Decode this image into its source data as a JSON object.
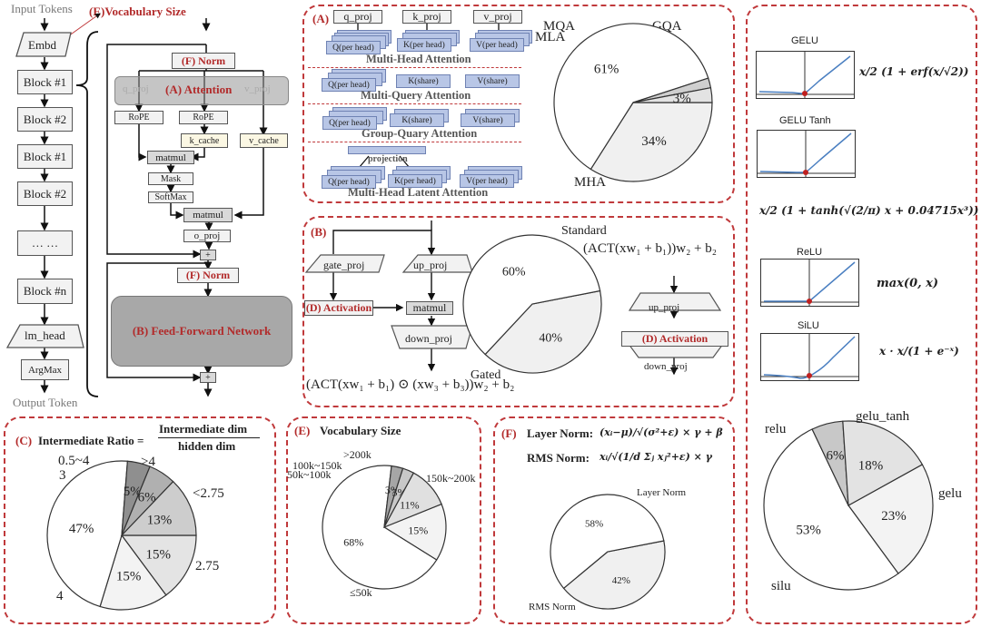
{
  "architecture": {
    "input_label": "Input Tokens",
    "output_label": "Output Token",
    "vocab_annotation": "(E)Vocabulary Size",
    "stack": [
      "Embd",
      "Block #1",
      "Block #2",
      "Block #1",
      "Block #2",
      "… …",
      "Block #n",
      "lm_head",
      "ArgMax"
    ],
    "block": {
      "norm1": "(F) Norm",
      "attention": "(A) Attention",
      "q_proj": "q_proj",
      "k_proj": "k_proj",
      "v_proj": "v_proj",
      "rope1": "RoPE",
      "rope2": "RoPE",
      "k_cache": "k_cache",
      "v_cache": "v_cache",
      "matmul1": "matmul",
      "mask": "Mask",
      "softmax": "SoftMax",
      "matmul2": "matmul",
      "o_proj": "o_proj",
      "add1": "+",
      "norm2": "(F) Norm",
      "ffn": "(B) Feed-Forward Network",
      "add2": "+"
    }
  },
  "panel_a": {
    "tag": "(A)",
    "proj": [
      "q_proj",
      "k_proj",
      "v_proj"
    ],
    "mha": {
      "heads": [
        "Q(per head)",
        "K(per head)",
        "V(per head)"
      ],
      "caption": "Multi-Head Attention"
    },
    "mqa": {
      "heads": [
        "Q(per head)",
        "K(share)",
        "V(share)"
      ],
      "caption": "Multi-Query Attention"
    },
    "gqa": {
      "heads": [
        "Q(per head)",
        "K(share)",
        "V(share)"
      ],
      "caption": "Group-Quary Attention"
    },
    "mla": {
      "projection": "projection",
      "heads": [
        "Q(per head)",
        "K(per head)",
        "V(per head)"
      ],
      "caption": "Multi-Head Latent Attention"
    }
  },
  "panel_b": {
    "tag": "(B)",
    "gate_proj": "gate_proj",
    "up_proj": "up_proj",
    "activation": "(D) Activation",
    "matmul": "matmul",
    "down_proj": "down_proj",
    "gated_formula": "(ACT(xw₁ + b₁) ⊙ (xw₃ + b₃))w₂ + b₂",
    "standard_formula": "(ACT(xw₁ + b₁))w₂ + b₂",
    "std_up_proj": "up_proj",
    "std_activation": "(D) Activation",
    "std_down_proj": "down_proj"
  },
  "panel_c": {
    "tag": "(C)",
    "title": "Intermediate Ratio =",
    "numerator": "Intermediate dim",
    "denominator": "hidden dim"
  },
  "panel_e": {
    "tag": "(E)",
    "title": "Vocabulary Size"
  },
  "panel_f": {
    "tag": "(F)",
    "layer_norm_label": "Layer Norm:",
    "layer_norm_formula": "(xᵢ−μ)/√(σ²+ε) × γ + β",
    "rms_norm_label": "RMS Norm:",
    "rms_norm_formula": "xᵢ/√(1/d Σⱼ xⱼ²+ε) × γ"
  },
  "panel_d": {
    "activations": [
      {
        "name": "GELU",
        "formula": "x/2 (1 + erf(x/√2))"
      },
      {
        "name": "GELU Tanh",
        "formula": "x/2 (1 + tanh(√(2/π) x + 0.04715x³))"
      },
      {
        "name": "ReLU",
        "formula": "max(0, x)"
      },
      {
        "name": "SiLU",
        "formula": "x · x/(1 + e⁻ˣ)"
      }
    ]
  },
  "chart_data": [
    {
      "id": "attention",
      "type": "pie",
      "title": "Attention type",
      "slices": [
        {
          "label": "GQA",
          "value": 34,
          "text": "34%",
          "color": "#f0f0f0"
        },
        {
          "label": "MHA",
          "value": 61,
          "text": "61%",
          "color": "#ffffff"
        },
        {
          "label": "MLA",
          "value": 2,
          "text": "",
          "color": "#cfcfcf"
        },
        {
          "label": "MQA",
          "value": 3,
          "text": "3%",
          "color": "#e3e3e3"
        }
      ]
    },
    {
      "id": "ffn",
      "type": "pie",
      "title": "FFN type",
      "slices": [
        {
          "label": "Standard",
          "value": 40,
          "text": "40%",
          "color": "#f0f0f0"
        },
        {
          "label": "Gated",
          "value": 60,
          "text": "60%",
          "color": "#ffffff"
        }
      ]
    },
    {
      "id": "ratio",
      "type": "pie",
      "title": "Intermediate Ratio",
      "slices": [
        {
          "label": "<2.75",
          "value": 15,
          "text": "15%",
          "color": "#e4e4e4"
        },
        {
          "label": "2.75",
          "value": 15,
          "text": "15%",
          "color": "#f3f3f3"
        },
        {
          "label": "4",
          "value": 47,
          "text": "47%",
          "color": "#ffffff"
        },
        {
          "label": "3",
          "value": 5,
          "text": "5%",
          "color": "#8f8f8f"
        },
        {
          "label": "0.5~4",
          "value": 6,
          "text": "6%",
          "color": "#b0b0b0"
        },
        {
          "label": ">4",
          "value": 13,
          "text": "13%",
          "color": "#cdcdcd"
        }
      ]
    },
    {
      "id": "vocab",
      "type": "pie",
      "title": "Vocabulary Size",
      "slices": [
        {
          "label": "150k~200k",
          "value": 15,
          "text": "15%",
          "color": "#f3f3f3"
        },
        {
          "label": "≤50k",
          "value": 68,
          "text": "68%",
          "color": "#ffffff"
        },
        {
          "label": "50k~100k",
          "value": 3,
          "text": "3%",
          "color": "#a6a6a6"
        },
        {
          "label": "100k~150k",
          "value": 3,
          "text": "3%",
          "color": "#c8c8c8"
        },
        {
          "label": ">200k",
          "value": 11,
          "text": "11%",
          "color": "#e0e0e0"
        }
      ]
    },
    {
      "id": "norm",
      "type": "pie",
      "title": "Norm type",
      "slices": [
        {
          "label": "Layer Norm",
          "value": 42,
          "text": "42%",
          "color": "#f0f0f0"
        },
        {
          "label": "RMS Norm",
          "value": 58,
          "text": "58%",
          "color": "#ffffff"
        }
      ]
    },
    {
      "id": "activation",
      "type": "pie",
      "title": "Activation function",
      "slices": [
        {
          "label": "gelu",
          "value": 23,
          "text": "23%",
          "color": "#f3f3f3"
        },
        {
          "label": "silu",
          "value": 53,
          "text": "53%",
          "color": "#ffffff"
        },
        {
          "label": "relu",
          "value": 6,
          "text": "6%",
          "color": "#c8c8c8"
        },
        {
          "label": "gelu_tanh",
          "value": 18,
          "text": "18%",
          "color": "#e3e3e3"
        }
      ]
    }
  ]
}
